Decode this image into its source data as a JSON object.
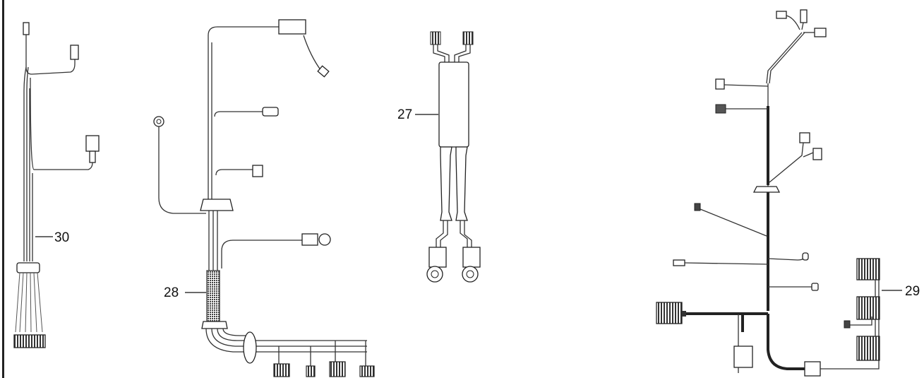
{
  "callouts": {
    "c27": "27",
    "c28": "28",
    "c29": "29",
    "c30": "30"
  },
  "parts": [
    {
      "callout": "27",
      "name": "cable-harness-27"
    },
    {
      "callout": "28",
      "name": "wire-harness-28"
    },
    {
      "callout": "29",
      "name": "main-wire-harness-29"
    },
    {
      "callout": "30",
      "name": "wire-harness-30"
    }
  ],
  "colors": {
    "line": "#222222",
    "background": "#ffffff"
  }
}
